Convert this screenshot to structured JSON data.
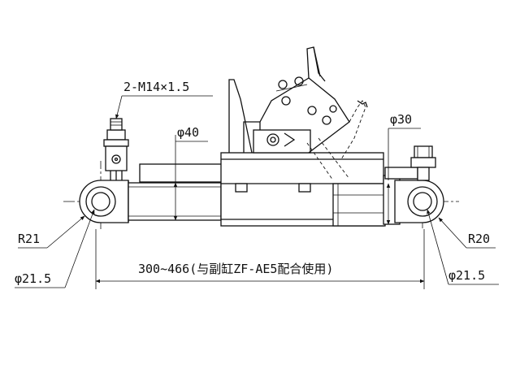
{
  "labels": {
    "thread_spec": "2-M14×1.5",
    "rod_dia": "φ40",
    "bore_dia": "φ30",
    "radius_left": "R21",
    "radius_right": "R20",
    "hole_dia_left": "φ21.5",
    "hole_dia_right": "φ21.5",
    "stroke_range": "300~466(与副缸ZF-AE5配合使用)"
  }
}
